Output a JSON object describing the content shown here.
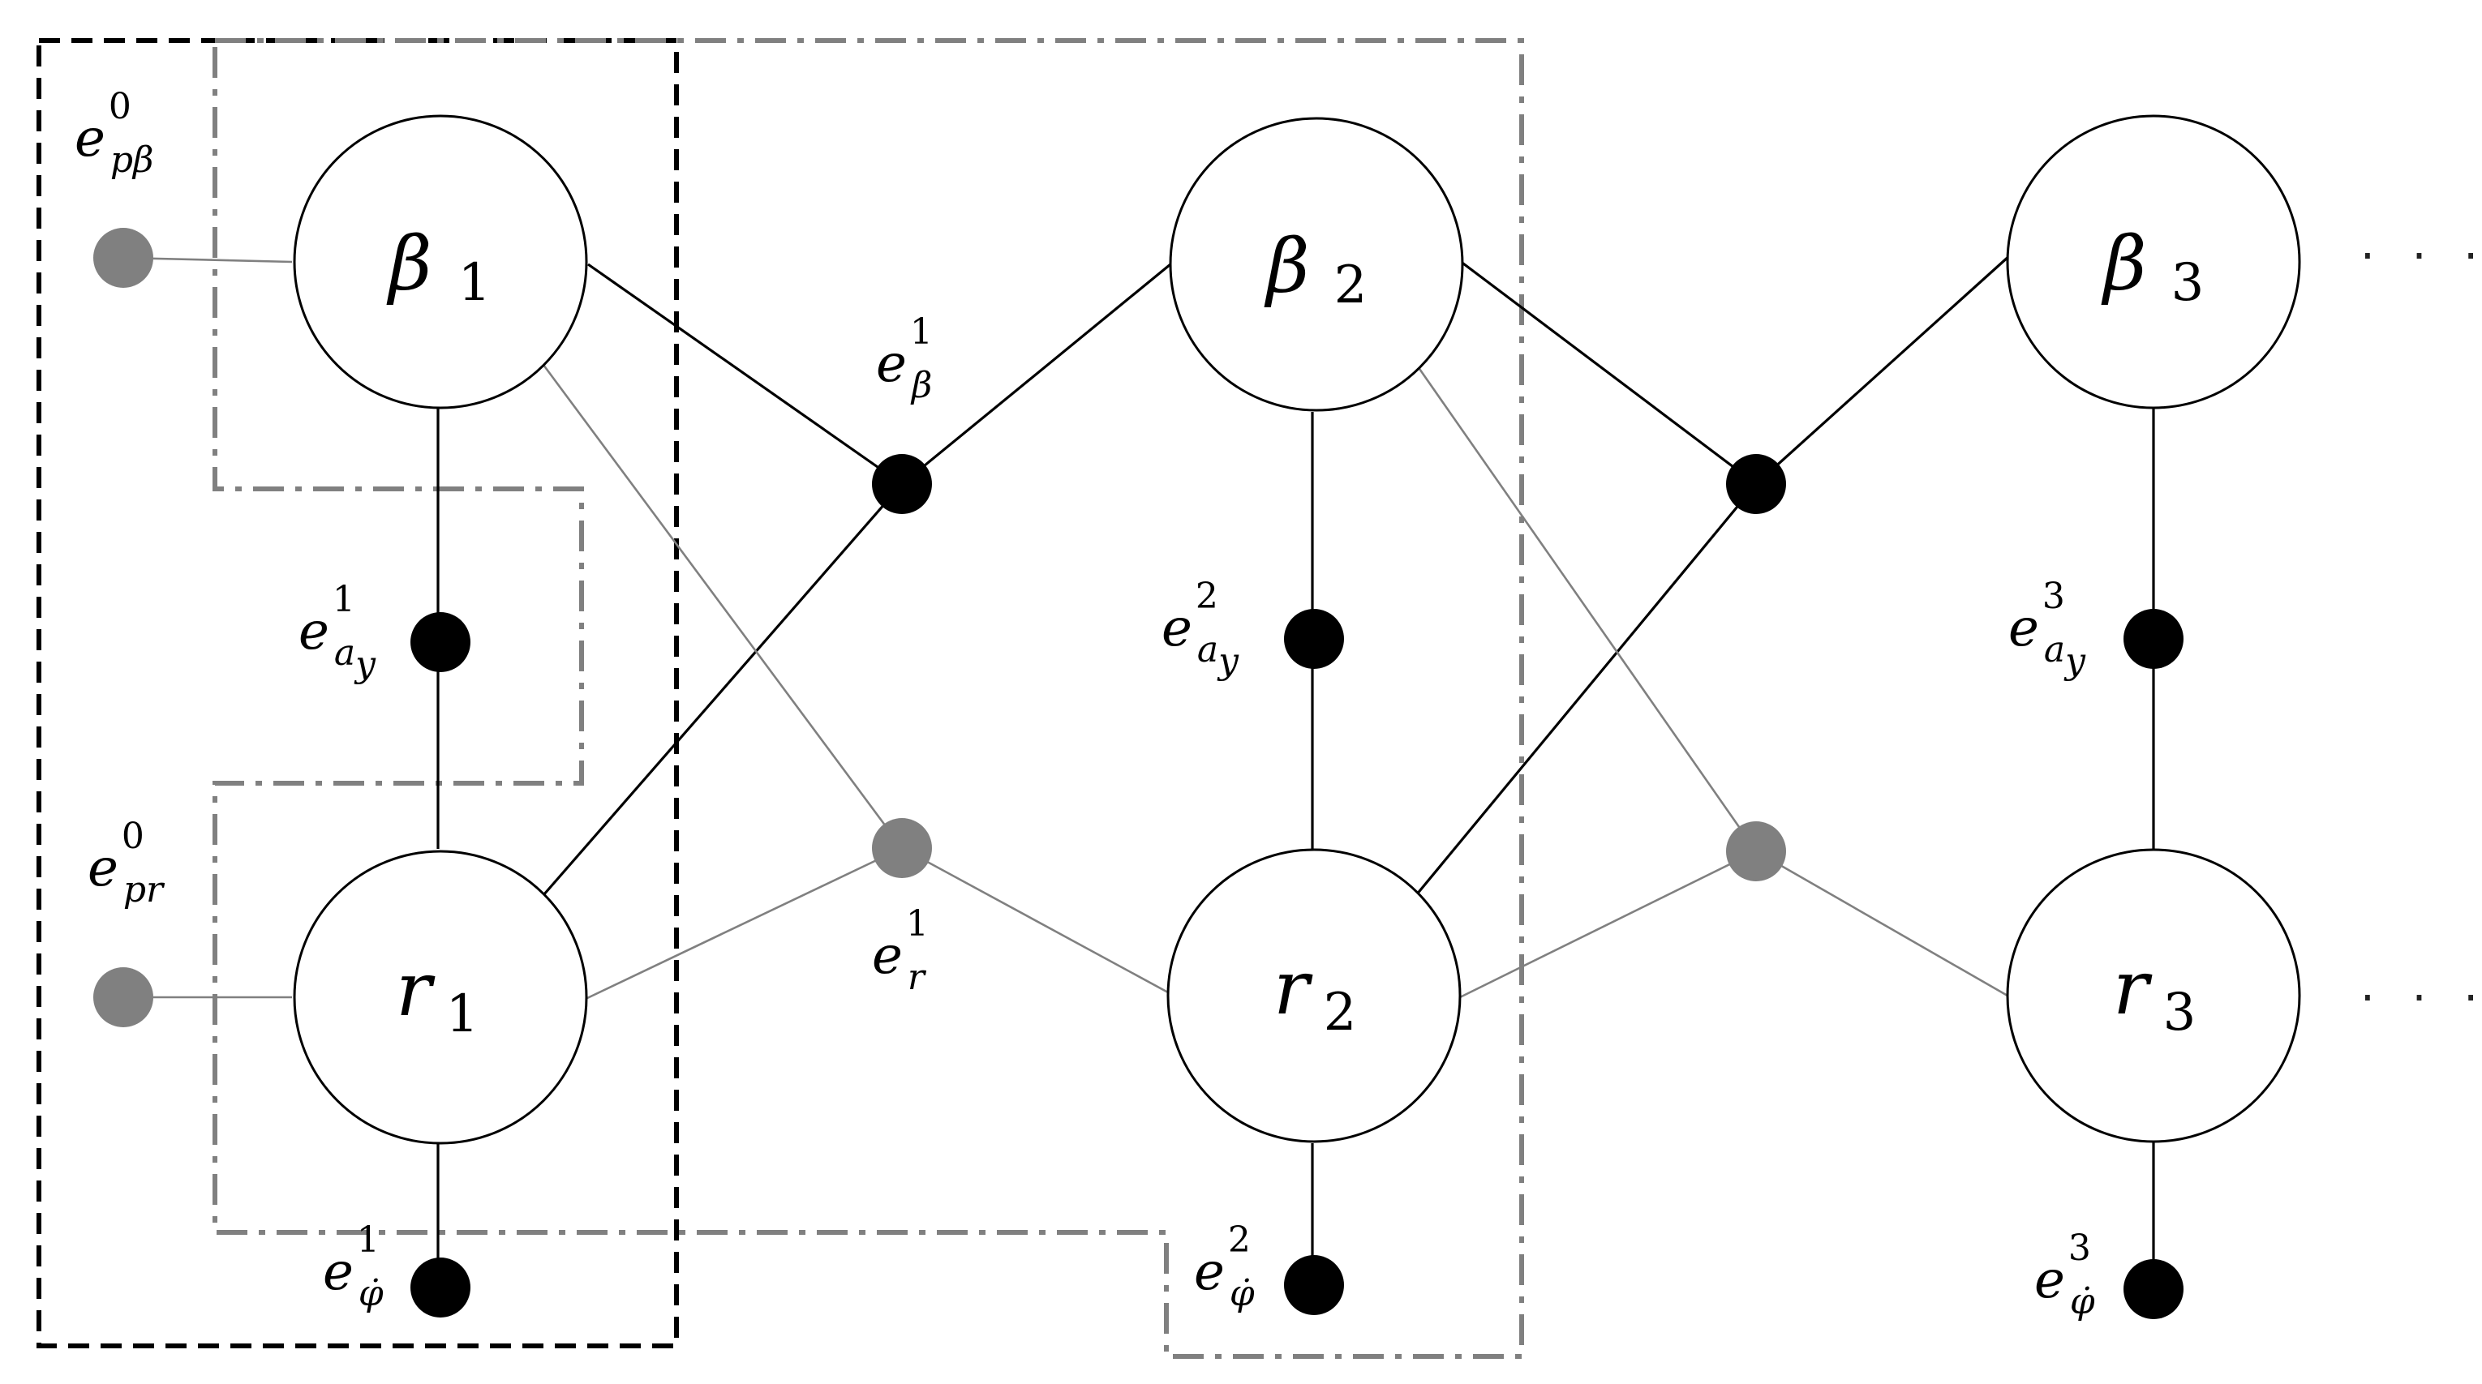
{
  "nodes": [
    {
      "id": "beta1",
      "symbol": "β",
      "index": "1"
    },
    {
      "id": "beta2",
      "symbol": "β",
      "index": "2"
    },
    {
      "id": "beta3",
      "symbol": "β",
      "index": "3"
    },
    {
      "id": "r1",
      "symbol": "r",
      "index": "1"
    },
    {
      "id": "r2",
      "symbol": "r",
      "index": "2"
    },
    {
      "id": "r3",
      "symbol": "r",
      "index": "3"
    }
  ],
  "factors": [
    {
      "id": "e_pbeta0",
      "base": "e",
      "sup": "0",
      "sub": "pβ"
    },
    {
      "id": "e_pr0",
      "base": "e",
      "sup": "0",
      "sub": "pr"
    },
    {
      "id": "e_beta1",
      "base": "e",
      "sup": "1",
      "sub": "β"
    },
    {
      "id": "e_r1",
      "base": "e",
      "sup": "1",
      "sub": "r"
    },
    {
      "id": "e_ay1",
      "base": "e",
      "sup": "1",
      "sub": "a",
      "subsub": "y"
    },
    {
      "id": "e_ay2",
      "base": "e",
      "sup": "2",
      "sub": "a",
      "subsub": "y"
    },
    {
      "id": "e_ay3",
      "base": "e",
      "sup": "3",
      "sub": "a",
      "subsub": "y"
    },
    {
      "id": "e_phidot1",
      "base": "e",
      "sup": "1",
      "sub": "φ̇"
    },
    {
      "id": "e_phidot2",
      "base": "e",
      "sup": "2",
      "sub": "φ̇"
    },
    {
      "id": "e_phidot3",
      "base": "e",
      "sup": "3",
      "sub": "φ̇"
    }
  ],
  "continuation": {
    "top": "· · ·",
    "bottom": "· · ·"
  },
  "colors": {
    "black": "#000000",
    "gray": "#808080",
    "node_fill": "#ffffff"
  }
}
